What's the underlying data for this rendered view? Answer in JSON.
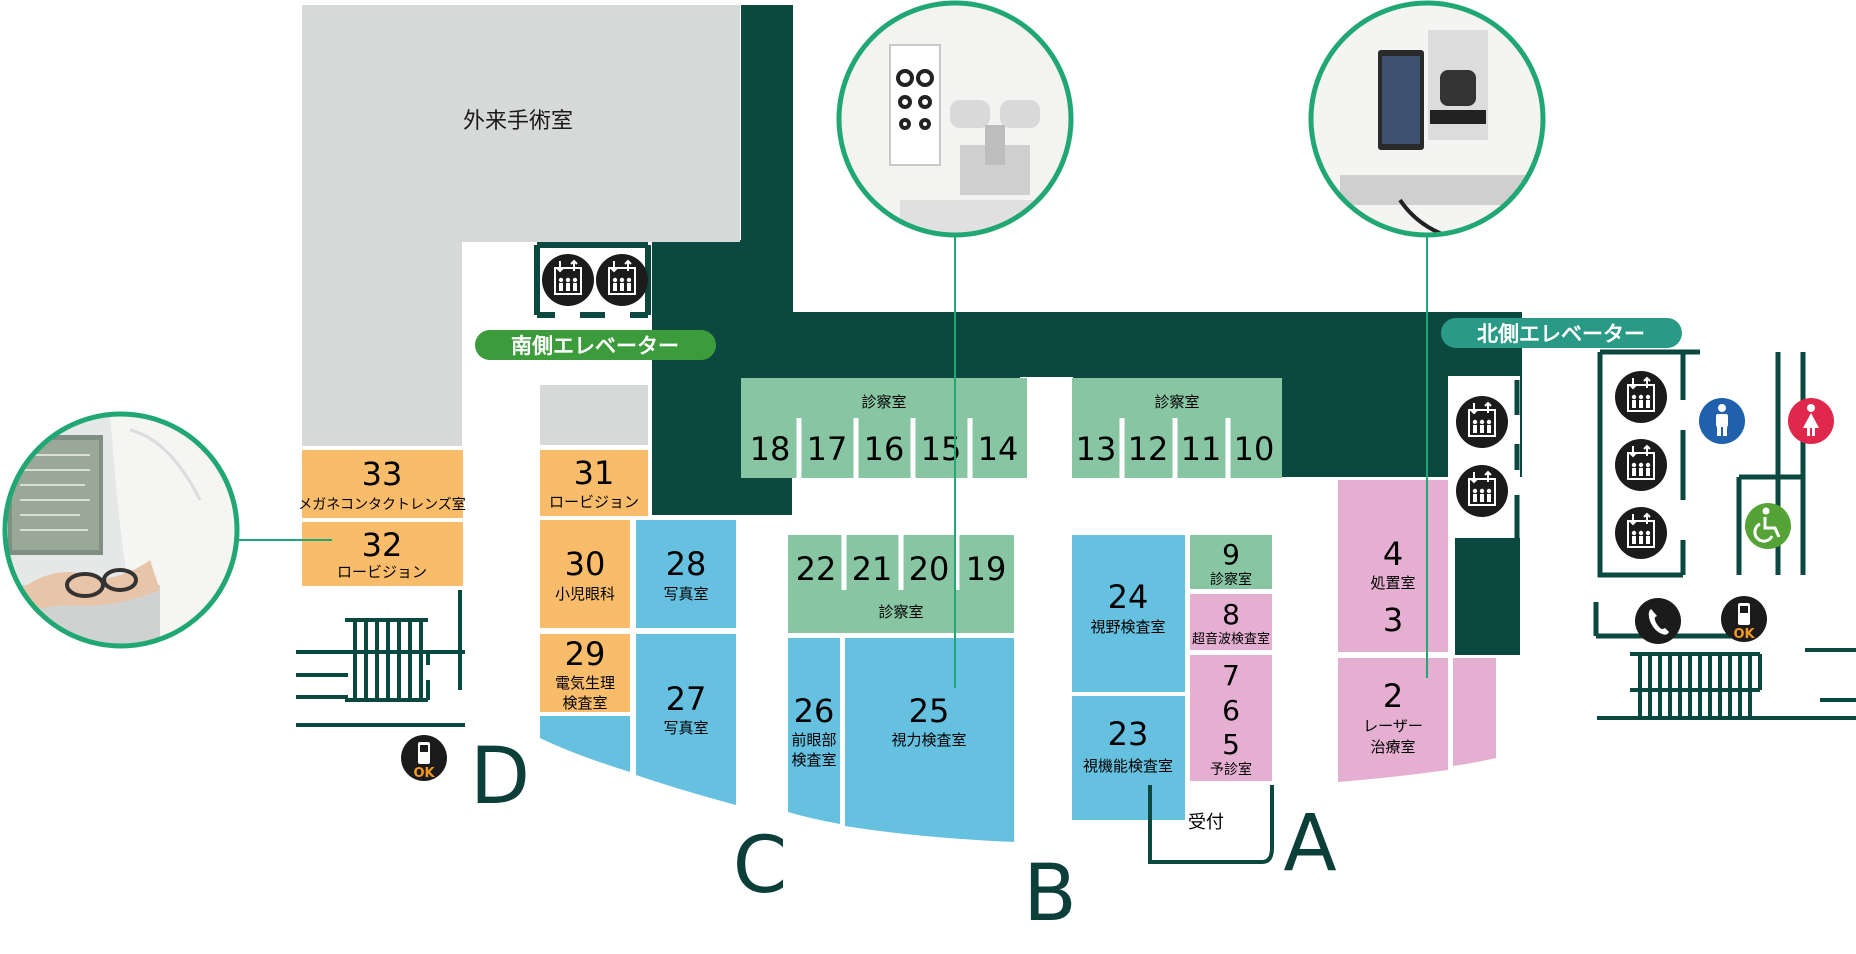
{
  "colors": {
    "dark_corridor": "#0b4840",
    "gray_room": "#d7d8d8",
    "orange_room": "#f8bc6a",
    "blue_room": "#66c1e0",
    "green_room": "#87c5a3",
    "pink_room": "#e4afd1",
    "accent_green": "#21a774",
    "pill_green_south": "#3c9b3a",
    "pill_teal_north": "#2a9a86"
  },
  "labels": {
    "surgery": "外来手術室",
    "south_elevator": "南側エレベーター",
    "north_elevator": "北側エレベーター",
    "reception": "受付"
  },
  "rooms": {
    "r33": {
      "num": "33",
      "name": "メガネコンタクトレンズ室"
    },
    "r32": {
      "num": "32",
      "name": "ロービジョン"
    },
    "r31": {
      "num": "31",
      "name": "ロービジョン"
    },
    "r30": {
      "num": "30",
      "name": "小児眼科"
    },
    "r29": {
      "num": "29",
      "name1": "電気生理",
      "name2": "検査室"
    },
    "r28": {
      "num": "28",
      "name": "写真室"
    },
    "r27": {
      "num": "27",
      "name": "写真室"
    },
    "r26": {
      "num": "26",
      "name1": "前眼部",
      "name2": "検査室"
    },
    "r25": {
      "num": "25",
      "name": "視力検査室"
    },
    "r24": {
      "num": "24",
      "name": "視野検査室"
    },
    "r23": {
      "num": "23",
      "name": "視機能検査室"
    },
    "r9": {
      "num": "9",
      "name": "診察室"
    },
    "r8": {
      "num": "8",
      "name": "超音波検査室"
    },
    "r765": {
      "n1": "7",
      "n2": "6",
      "n3": "5",
      "name": "予診室"
    },
    "r43": {
      "n1": "4",
      "name": "処置室",
      "n2": "3"
    },
    "r2": {
      "num": "2",
      "name1": "レーザー",
      "name2": "治療室"
    }
  },
  "exam_rooms": {
    "group_a": {
      "title": "診察室",
      "nums": [
        "18",
        "17",
        "16",
        "15",
        "14"
      ]
    },
    "group_b": {
      "title": "診察室",
      "nums": [
        "13",
        "12",
        "11",
        "10"
      ]
    },
    "group_c": {
      "title": "診察室",
      "nums": [
        "22",
        "21",
        "20",
        "19"
      ]
    }
  },
  "areas": {
    "a": "A",
    "b": "B",
    "c": "C",
    "d": "D"
  },
  "icons": {
    "elevator": "elevator-icon",
    "man": "mens-restroom-icon",
    "woman": "womens-restroom-icon",
    "wheelchair": "accessible-restroom-icon",
    "phone": "public-phone-icon",
    "mobile_ok": "mobile-phone-ok-icon",
    "mobile_ok_text": "OK"
  }
}
